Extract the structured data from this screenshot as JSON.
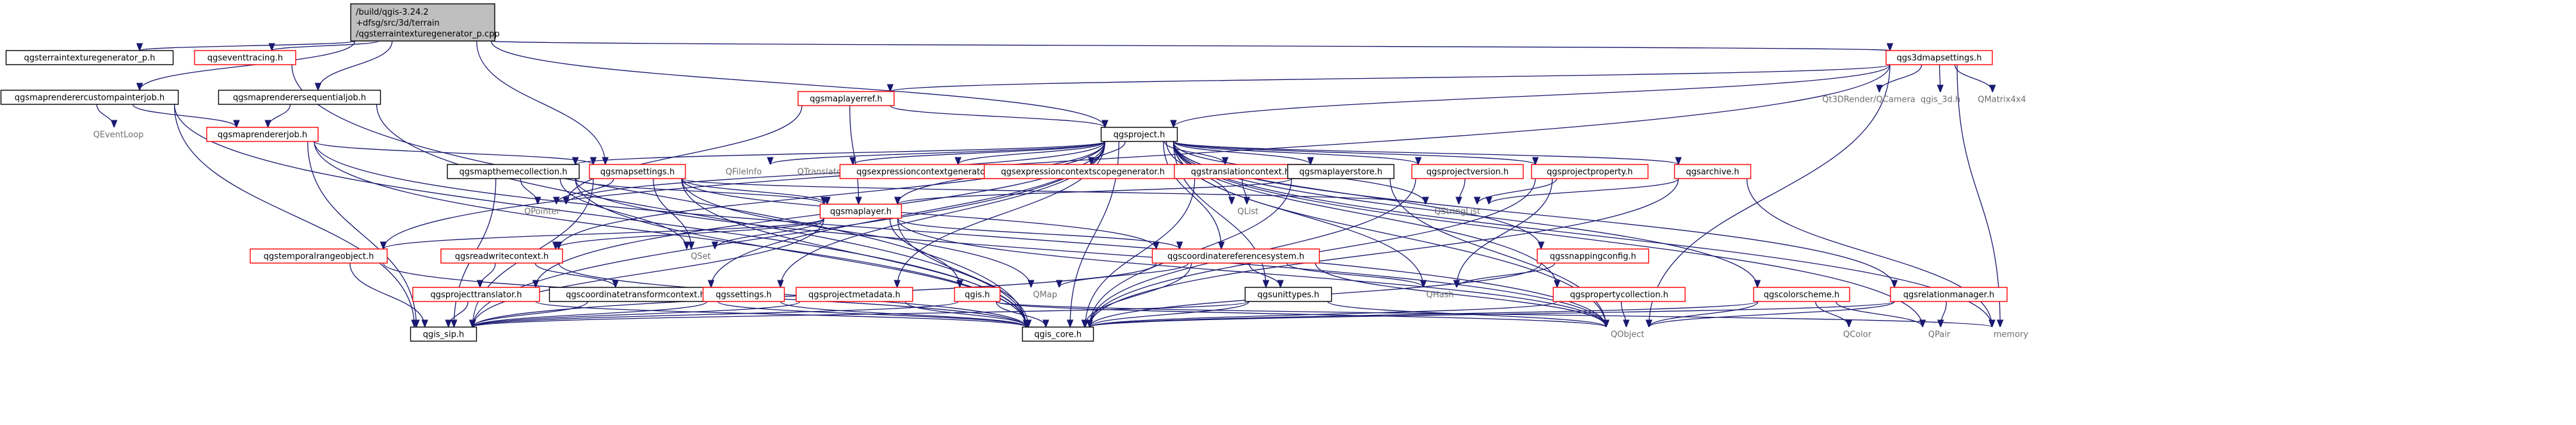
{
  "diagram": {
    "type": "include-dependency-graph",
    "root": {
      "id": "root",
      "lines": [
        "/build/qgis-3.24.2",
        "+dfsg/src/3d/terrain",
        "/qgsterraintexturegenerator_p.cpp"
      ]
    },
    "nodes": [
      {
        "id": "terrain_h",
        "label": "qgsterraintexturegenerator_p.h",
        "kind": "plain"
      },
      {
        "id": "eventtracing",
        "label": "qgseventtracing.h",
        "kind": "red"
      },
      {
        "id": "custompainter",
        "label": "qgsmaprenderercustompainterjob.h",
        "kind": "plain"
      },
      {
        "id": "sequential",
        "label": "qgsmaprenderersequentialjob.h",
        "kind": "plain"
      },
      {
        "id": "s3dmap",
        "label": "qgs3dmapsettings.h",
        "kind": "red"
      },
      {
        "id": "layerref",
        "label": "qgsmaplayerref.h",
        "kind": "red"
      },
      {
        "id": "qt3d",
        "label": "Qt3DRender/QCamera",
        "kind": "external"
      },
      {
        "id": "qgis3d",
        "label": "qgis_3d.h",
        "kind": "external"
      },
      {
        "id": "qmatrix",
        "label": "QMatrix4x4",
        "kind": "external"
      },
      {
        "id": "rendererjob",
        "label": "qgsmaprendererjob.h",
        "kind": "red"
      },
      {
        "id": "qeventloop",
        "label": "QEventLoop",
        "kind": "external"
      },
      {
        "id": "project",
        "label": "qgsproject.h",
        "kind": "plain"
      },
      {
        "id": "themecollection",
        "label": "qgsmapthemecollection.h",
        "kind": "plain"
      },
      {
        "id": "mapsettings",
        "label": "qgsmapsettings.h",
        "kind": "red"
      },
      {
        "id": "qfileinfo",
        "label": "QFileInfo",
        "kind": "external"
      },
      {
        "id": "qtranslator",
        "label": "QTranslator",
        "kind": "external"
      },
      {
        "id": "exprgen",
        "label": "qgsexpressioncontextgenerator.h",
        "kind": "red"
      },
      {
        "id": "exprscopegen",
        "label": "qgsexpressioncontextscopegenerator.h",
        "kind": "red"
      },
      {
        "id": "translation",
        "label": "qgstranslationcontext.h",
        "kind": "red"
      },
      {
        "id": "layerstore",
        "label": "qgsmaplayerstore.h",
        "kind": "plain"
      },
      {
        "id": "projversion",
        "label": "qgsprojectversion.h",
        "kind": "red"
      },
      {
        "id": "projproperty",
        "label": "qgsprojectproperty.h",
        "kind": "red"
      },
      {
        "id": "archive",
        "label": "qgsarchive.h",
        "kind": "red"
      },
      {
        "id": "maplayer",
        "label": "qgsmaplayer.h",
        "kind": "red"
      },
      {
        "id": "qpointer",
        "label": "QPointer",
        "kind": "external"
      },
      {
        "id": "qlist",
        "label": "QList",
        "kind": "external"
      },
      {
        "id": "qstringlist",
        "label": "QStringList",
        "kind": "external"
      },
      {
        "id": "temporal",
        "label": "qgstemporalrangeobject.h",
        "kind": "red"
      },
      {
        "id": "readwrite",
        "label": "qgsreadwritecontext.h",
        "kind": "red"
      },
      {
        "id": "qset",
        "label": "QSet",
        "kind": "external"
      },
      {
        "id": "crs",
        "label": "qgscoordinatereferencesystem.h",
        "kind": "red"
      },
      {
        "id": "snapping",
        "label": "qgssnappingconfig.h",
        "kind": "red"
      },
      {
        "id": "projtranslator",
        "label": "qgsprojecttranslator.h",
        "kind": "red"
      },
      {
        "id": "coordtransform",
        "label": "qgscoordinatetransformcontext.h",
        "kind": "plain"
      },
      {
        "id": "qgssettings",
        "label": "qgssettings.h",
        "kind": "red"
      },
      {
        "id": "projmetadata",
        "label": "qgsprojectmetadata.h",
        "kind": "red"
      },
      {
        "id": "qgis_h",
        "label": "qgis.h",
        "kind": "red"
      },
      {
        "id": "qmap",
        "label": "QMap",
        "kind": "external"
      },
      {
        "id": "unittypes",
        "label": "qgsunittypes.h",
        "kind": "plain"
      },
      {
        "id": "qhash",
        "label": "QHash",
        "kind": "external"
      },
      {
        "id": "propcollection",
        "label": "qgspropertycollection.h",
        "kind": "red"
      },
      {
        "id": "colorscheme",
        "label": "qgscolorscheme.h",
        "kind": "red"
      },
      {
        "id": "relmanager",
        "label": "qgsrelationmanager.h",
        "kind": "red"
      },
      {
        "id": "qgis_sip",
        "label": "qgis_sip.h",
        "kind": "plain"
      },
      {
        "id": "qgis_core",
        "label": "qgis_core.h",
        "kind": "plain"
      },
      {
        "id": "qobject",
        "label": "QObject",
        "kind": "external"
      },
      {
        "id": "qcolor",
        "label": "QColor",
        "kind": "external"
      },
      {
        "id": "qpair",
        "label": "QPair",
        "kind": "external"
      },
      {
        "id": "memory",
        "label": "memory",
        "kind": "external"
      }
    ],
    "edges": [
      [
        "root",
        "terrain_h"
      ],
      [
        "root",
        "eventtracing"
      ],
      [
        "root",
        "custompainter"
      ],
      [
        "root",
        "sequential"
      ],
      [
        "root",
        "mapsettings"
      ],
      [
        "root",
        "project"
      ],
      [
        "root",
        "s3dmap"
      ],
      [
        "eventtracing",
        "qgis_core"
      ],
      [
        "custompainter",
        "rendererjob"
      ],
      [
        "custompainter",
        "qeventloop"
      ],
      [
        "custompainter",
        "qgis_sip"
      ],
      [
        "custompainter",
        "qgis_core"
      ],
      [
        "sequential",
        "rendererjob"
      ],
      [
        "sequential",
        "qgis_core"
      ],
      [
        "rendererjob",
        "mapsettings"
      ],
      [
        "rendererjob",
        "qgis_sip"
      ],
      [
        "rendererjob",
        "qgis_core"
      ],
      [
        "rendererjob",
        "qobject"
      ],
      [
        "s3dmap",
        "layerref"
      ],
      [
        "s3dmap",
        "project"
      ],
      [
        "s3dmap",
        "qt3d"
      ],
      [
        "s3dmap",
        "qgis3d"
      ],
      [
        "s3dmap",
        "qmatrix"
      ],
      [
        "s3dmap",
        "memory"
      ],
      [
        "s3dmap",
        "qobject"
      ],
      [
        "s3dmap",
        "temporal"
      ],
      [
        "layerref",
        "project"
      ],
      [
        "layerref",
        "maplayer"
      ],
      [
        "layerref",
        "qpointer"
      ],
      [
        "project",
        "themecollection"
      ],
      [
        "project",
        "qfileinfo"
      ],
      [
        "project",
        "qtranslator"
      ],
      [
        "project",
        "exprgen"
      ],
      [
        "project",
        "exprscopegen"
      ],
      [
        "project",
        "translation"
      ],
      [
        "project",
        "layerstore"
      ],
      [
        "project",
        "projversion"
      ],
      [
        "project",
        "projproperty"
      ],
      [
        "project",
        "archive"
      ],
      [
        "project",
        "qpointer"
      ],
      [
        "project",
        "qlist"
      ],
      [
        "project",
        "qstringlist"
      ],
      [
        "project",
        "readwrite"
      ],
      [
        "project",
        "crs"
      ],
      [
        "project",
        "snapping"
      ],
      [
        "project",
        "projtranslator"
      ],
      [
        "project",
        "coordtransform"
      ],
      [
        "project",
        "qgssettings"
      ],
      [
        "project",
        "projmetadata"
      ],
      [
        "project",
        "unittypes"
      ],
      [
        "project",
        "qhash"
      ],
      [
        "project",
        "propcollection"
      ],
      [
        "project",
        "colorscheme"
      ],
      [
        "project",
        "relmanager"
      ],
      [
        "project",
        "qgis_sip"
      ],
      [
        "project",
        "qgis_core"
      ],
      [
        "project",
        "qobject"
      ],
      [
        "project",
        "memory"
      ],
      [
        "project",
        "qpair"
      ],
      [
        "project",
        "maplayer"
      ],
      [
        "themecollection",
        "maplayer"
      ],
      [
        "themecollection",
        "qpointer"
      ],
      [
        "themecollection",
        "qset"
      ],
      [
        "themecollection",
        "qgis_sip"
      ],
      [
        "themecollection",
        "qgis_core"
      ],
      [
        "themecollection",
        "qobject"
      ],
      [
        "mapsettings",
        "maplayer"
      ],
      [
        "mapsettings",
        "crs"
      ],
      [
        "mapsettings",
        "qset"
      ],
      [
        "mapsettings",
        "qpointer"
      ],
      [
        "mapsettings",
        "qstringlist"
      ],
      [
        "mapsettings",
        "qmap"
      ],
      [
        "mapsettings",
        "qgis_sip"
      ],
      [
        "mapsettings",
        "qgis_core"
      ],
      [
        "translation",
        "qlist"
      ],
      [
        "translation",
        "qgis_core"
      ],
      [
        "layerstore",
        "maplayer"
      ],
      [
        "layerstore",
        "qgis_core"
      ],
      [
        "layerstore",
        "qobject"
      ],
      [
        "projversion",
        "qstringlist"
      ],
      [
        "projversion",
        "qgis_core"
      ],
      [
        "projproperty",
        "qstringlist"
      ],
      [
        "projproperty",
        "qhash"
      ],
      [
        "projproperty",
        "qgis_core"
      ],
      [
        "archive",
        "qstringlist"
      ],
      [
        "archive",
        "memory"
      ],
      [
        "archive",
        "qgis_core"
      ],
      [
        "maplayer",
        "qset"
      ],
      [
        "maplayer",
        "qgis_h"
      ],
      [
        "maplayer",
        "crs"
      ],
      [
        "maplayer",
        "readwrite"
      ],
      [
        "maplayer",
        "temporal"
      ],
      [
        "maplayer",
        "qgis_sip"
      ],
      [
        "maplayer",
        "qgis_core"
      ],
      [
        "maplayer",
        "qobject"
      ],
      [
        "temporal",
        "qgis_sip"
      ],
      [
        "temporal",
        "qgis_core"
      ],
      [
        "readwrite",
        "projtranslator"
      ],
      [
        "readwrite",
        "coordtransform"
      ],
      [
        "readwrite",
        "qgis_core"
      ],
      [
        "crs",
        "qmap"
      ],
      [
        "crs",
        "qhash"
      ],
      [
        "crs",
        "unittypes"
      ],
      [
        "crs",
        "qgis_sip"
      ],
      [
        "crs",
        "qgis_core"
      ],
      [
        "crs",
        "qobject"
      ],
      [
        "snapping",
        "qhash"
      ],
      [
        "snapping",
        "qgis_core"
      ],
      [
        "projtranslator",
        "qgis_sip"
      ],
      [
        "projtranslator",
        "qgis_core"
      ],
      [
        "coordtransform",
        "qgis_sip"
      ],
      [
        "coordtransform",
        "qgis_core"
      ],
      [
        "qgssettings",
        "qgis_sip"
      ],
      [
        "qgssettings",
        "qgis_core"
      ],
      [
        "projmetadata",
        "qgis_sip"
      ],
      [
        "projmetadata",
        "qgis_core"
      ],
      [
        "qgis_h",
        "qgis_sip"
      ],
      [
        "qgis_h",
        "qgis_core"
      ],
      [
        "qgis_h",
        "memory"
      ],
      [
        "qgis_h",
        "qobject"
      ],
      [
        "unittypes",
        "qgis_sip"
      ],
      [
        "unittypes",
        "qgis_core"
      ],
      [
        "unittypes",
        "qobject"
      ],
      [
        "propcollection",
        "qgis_core"
      ],
      [
        "propcollection",
        "qobject"
      ],
      [
        "colorscheme",
        "qgis_core"
      ],
      [
        "colorscheme",
        "qcolor"
      ],
      [
        "colorscheme",
        "qobject"
      ],
      [
        "colorscheme",
        "qpair"
      ],
      [
        "relmanager",
        "qgis_core"
      ],
      [
        "relmanager",
        "qobject"
      ],
      [
        "relmanager",
        "qpair"
      ]
    ]
  }
}
